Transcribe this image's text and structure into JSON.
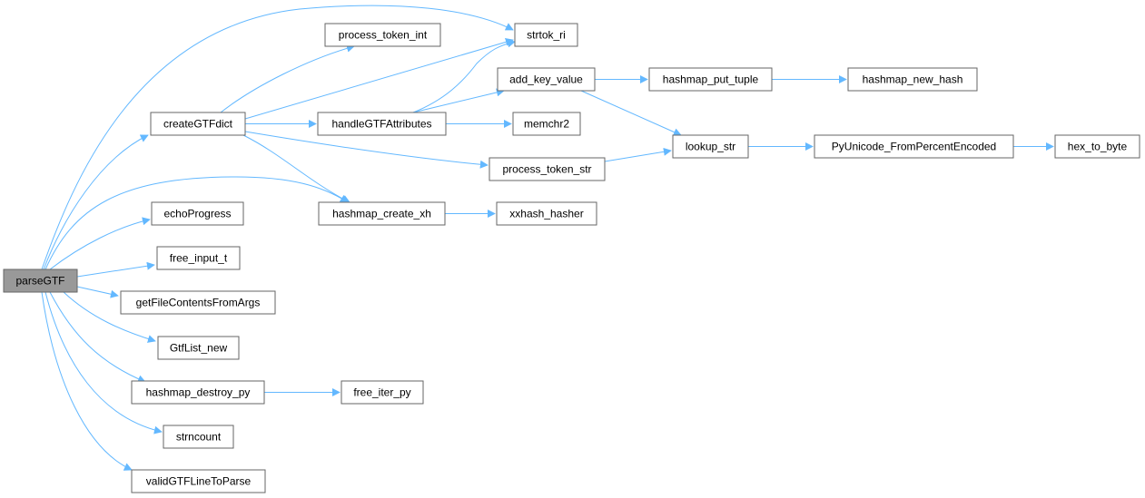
{
  "colors": {
    "edge": "#63b8ff",
    "node_border": "#666666",
    "node_fill": "#ffffff",
    "root_fill": "#999999",
    "text": "#000000"
  },
  "nodes": [
    {
      "id": "parseGTF",
      "label": "parseGTF",
      "root": true
    },
    {
      "id": "createGTFdict",
      "label": "createGTFdict"
    },
    {
      "id": "echoProgress",
      "label": "echoProgress"
    },
    {
      "id": "free_input_t",
      "label": "free_input_t"
    },
    {
      "id": "getFileContentsFromArgs",
      "label": "getFileContentsFromArgs"
    },
    {
      "id": "GtfList_new",
      "label": "GtfList_new"
    },
    {
      "id": "hashmap_destroy_py",
      "label": "hashmap_destroy_py"
    },
    {
      "id": "strncount",
      "label": "strncount"
    },
    {
      "id": "validGTFLineToParse",
      "label": "validGTFLineToParse"
    },
    {
      "id": "process_token_int",
      "label": "process_token_int"
    },
    {
      "id": "handleGTFAttributes",
      "label": "handleGTFAttributes"
    },
    {
      "id": "hashmap_create_xh",
      "label": "hashmap_create_xh"
    },
    {
      "id": "free_iter_py",
      "label": "free_iter_py"
    },
    {
      "id": "strtok_ri",
      "label": "strtok_ri"
    },
    {
      "id": "add_key_value",
      "label": "add_key_value"
    },
    {
      "id": "memchr2",
      "label": "memchr2"
    },
    {
      "id": "process_token_str",
      "label": "process_token_str"
    },
    {
      "id": "xxhash_hasher",
      "label": "xxhash_hasher"
    },
    {
      "id": "hashmap_put_tuple",
      "label": "hashmap_put_tuple"
    },
    {
      "id": "lookup_str",
      "label": "lookup_str"
    },
    {
      "id": "hashmap_new_hash",
      "label": "hashmap_new_hash"
    },
    {
      "id": "PyUnicode_FromPercentEncoded",
      "label": "PyUnicode_FromPercentEncoded"
    },
    {
      "id": "hex_to_byte",
      "label": "hex_to_byte"
    }
  ],
  "edges": [
    {
      "from": "parseGTF",
      "to": "strtok_ri"
    },
    {
      "from": "parseGTF",
      "to": "createGTFdict"
    },
    {
      "from": "parseGTF",
      "to": "hashmap_create_xh"
    },
    {
      "from": "parseGTF",
      "to": "echoProgress"
    },
    {
      "from": "parseGTF",
      "to": "free_input_t"
    },
    {
      "from": "parseGTF",
      "to": "getFileContentsFromArgs"
    },
    {
      "from": "parseGTF",
      "to": "GtfList_new"
    },
    {
      "from": "parseGTF",
      "to": "hashmap_destroy_py"
    },
    {
      "from": "parseGTF",
      "to": "strncount"
    },
    {
      "from": "parseGTF",
      "to": "validGTFLineToParse"
    },
    {
      "from": "createGTFdict",
      "to": "process_token_int"
    },
    {
      "from": "createGTFdict",
      "to": "strtok_ri"
    },
    {
      "from": "createGTFdict",
      "to": "handleGTFAttributes"
    },
    {
      "from": "createGTFdict",
      "to": "process_token_str"
    },
    {
      "from": "createGTFdict",
      "to": "hashmap_create_xh"
    },
    {
      "from": "handleGTFAttributes",
      "to": "strtok_ri"
    },
    {
      "from": "handleGTFAttributes",
      "to": "add_key_value"
    },
    {
      "from": "handleGTFAttributes",
      "to": "memchr2"
    },
    {
      "from": "add_key_value",
      "to": "hashmap_put_tuple"
    },
    {
      "from": "add_key_value",
      "to": "lookup_str"
    },
    {
      "from": "hashmap_put_tuple",
      "to": "hashmap_new_hash"
    },
    {
      "from": "process_token_str",
      "to": "lookup_str"
    },
    {
      "from": "lookup_str",
      "to": "PyUnicode_FromPercentEncoded"
    },
    {
      "from": "PyUnicode_FromPercentEncoded",
      "to": "hex_to_byte"
    },
    {
      "from": "hashmap_create_xh",
      "to": "xxhash_hasher"
    },
    {
      "from": "hashmap_destroy_py",
      "to": "free_iter_py"
    }
  ]
}
